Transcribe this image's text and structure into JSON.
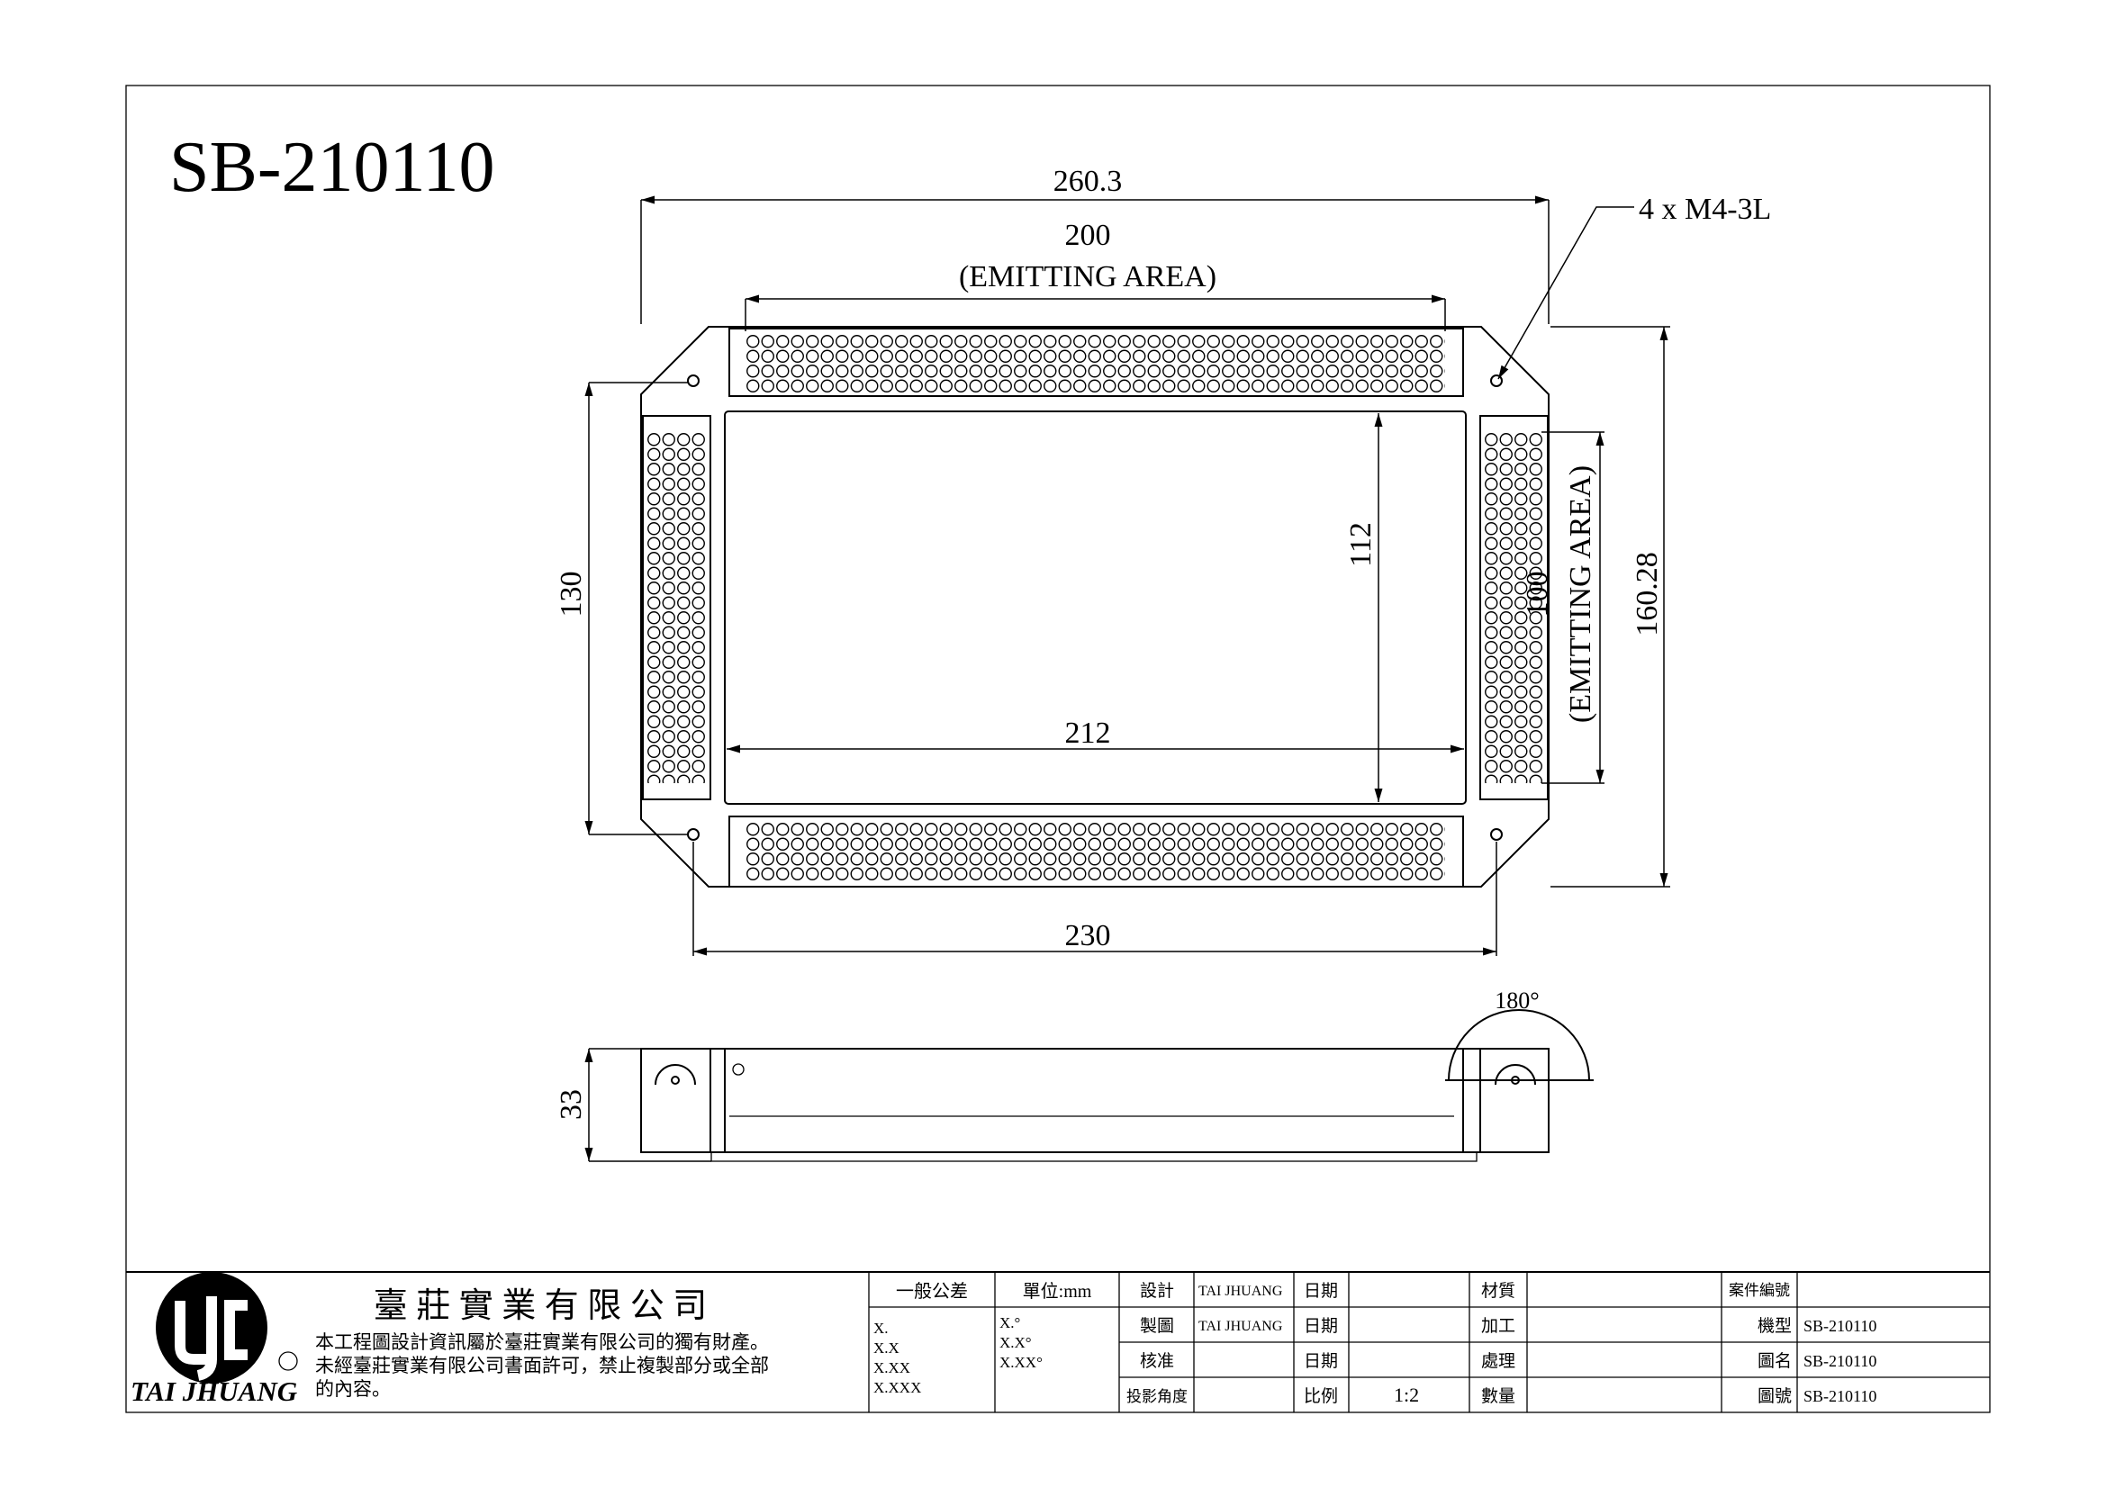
{
  "drawing": {
    "title": "SB-210110",
    "dimensions": {
      "overall_width": "260.3",
      "emitting_width": "200",
      "emitting_label": "(EMITTING AREA)",
      "screw_note": "4 x M4-3L",
      "hole_pitch_vertical": "130",
      "window_height": "112",
      "window_width": "212",
      "emitting_height": "100",
      "emitting_height_label": "(EMITTING AREA)",
      "overall_height": "160.28",
      "hole_pitch_horizontal": "230",
      "thickness": "33",
      "rotation_angle": "180°"
    }
  },
  "title_block": {
    "logo_text": "TAI JHUANG",
    "company_name": "臺 莊 實 業 有 限 公 司",
    "notice_line1": "本工程圖設計資訊屬於臺莊實業有限公司的獨有財產。",
    "notice_line2": "未經臺莊實業有限公司書面許可，禁止複製部分或全部",
    "notice_line3": "的內容。",
    "tolerance_header": "一般公差",
    "unit_header": "單位:mm",
    "tolerances": [
      "X.",
      "X.X",
      "X.XX",
      "X.XXX"
    ],
    "angle_tolerances": [
      "X.°",
      "X.X°",
      "X.XX°"
    ],
    "design_label": "設計",
    "design_value": "TAI JHUANG",
    "drawn_label": "製圖",
    "drawn_value": "TAI JHUANG",
    "check_label": "核准",
    "projection_label": "投影角度",
    "date_label_1": "日期",
    "date_label_2": "日期",
    "date_label_3": "日期",
    "scale_label": "比例",
    "scale_value": "1:2",
    "material_label": "材質",
    "process_label": "加工",
    "treatment_label": "處理",
    "quantity_label": "數量",
    "case_no_label": "案件編號",
    "model_label": "機型",
    "model_value": "SB-210110",
    "drawing_name_label": "圖名",
    "drawing_name_value": "SB-210110",
    "drawing_no_label": "圖號",
    "drawing_no_value": "SB-210110"
  }
}
